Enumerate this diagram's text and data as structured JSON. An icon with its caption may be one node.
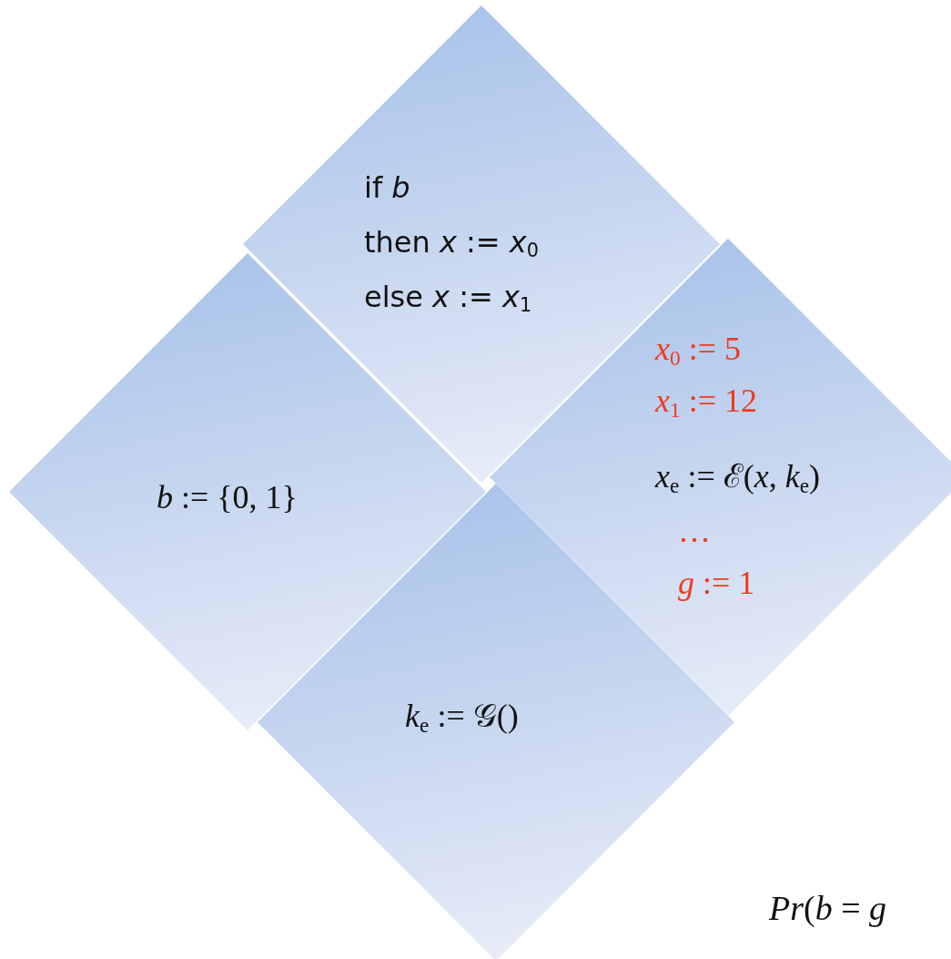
{
  "diagram": {
    "nodes": [
      {
        "text": [
          "if *b*",
          "then *x* := *x*$_{0}$",
          "else *x* := *x*$_{1}$"
        ]
      },
      {
        "text": [
          "*b* := {0, 1}"
        ]
      },
      {
        "text": [
          "*x*$_{0}$ := 5",
          "*x*$_{1}$ := 12",
          "*x*$_{e}$ := ℰ(*x*, *k*$_{e}$)",
          "…",
          "*g* := 1"
        ]
      },
      {
        "text": [
          "*k*$_{e}$ := 𝒢()"
        ]
      }
    ],
    "labels": [
      "*Pr*(*b* = *g*"
    ]
  }
}
